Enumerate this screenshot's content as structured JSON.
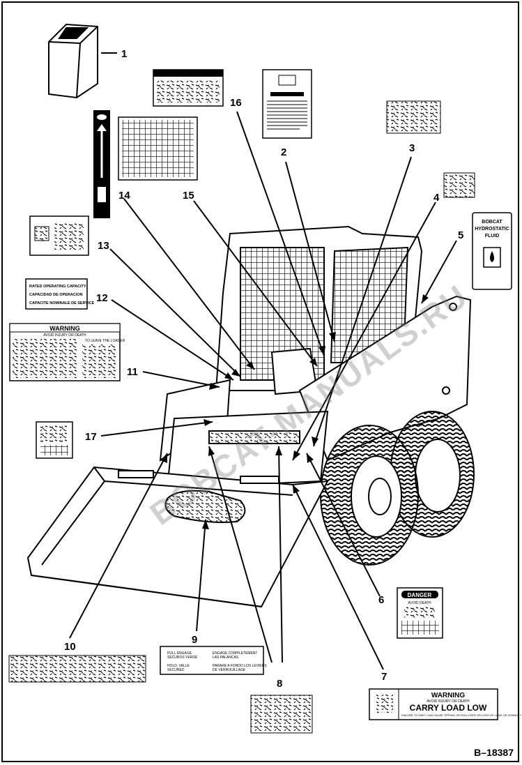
{
  "drawing_code": "B–18387",
  "watermark": "BOBCAT-MANUALS.RU",
  "callouts": [
    "1",
    "2",
    "3",
    "4",
    "5",
    "6",
    "7",
    "8",
    "9",
    "10",
    "11",
    "12",
    "13",
    "14",
    "15",
    "16",
    "17"
  ],
  "decals": {
    "hydro_fluid": [
      "BOBCAT",
      "HYDROSTATIC",
      "FLUID"
    ],
    "warning_left_title": "WARNING",
    "warning_left_sub": "AVOID INJURY OR DEATH",
    "warning_left_col": "TO LEAVE THE LOADER",
    "capacity": [
      "RATED OPERATING CAPACITY",
      "CAPACIDAD DE OPERACION",
      "CAPACITE NOMINALE DE SERVICE"
    ],
    "danger_title": "DANGER",
    "danger_sub": "AVOID DEATH",
    "warning_carry_title": "WARNING",
    "warning_carry_sub": "AVOID INJURY OR DEATH",
    "warning_carry_main": "CARRY LOAD LOW",
    "warning_carry_fine": "FAILURE TO OBEY CAN CAUSE TIPPING OR ROLLOVER OR LOSS OF LOAD OR VISIBILITY",
    "pedal_left_top": [
      "PULL ENGAGE",
      "SECUROS VERDE"
    ],
    "pedal_right_top": [
      "ENGAGE COMPLETEMENT",
      "LAS PALANCAS"
    ],
    "pedal_left_bot": [
      "HOLD, VALLE",
      "SECURED"
    ],
    "pedal_right_bot": [
      "PARARE A FONDO LOS LEVIERS",
      "DE VERROUILLAGE"
    ]
  }
}
